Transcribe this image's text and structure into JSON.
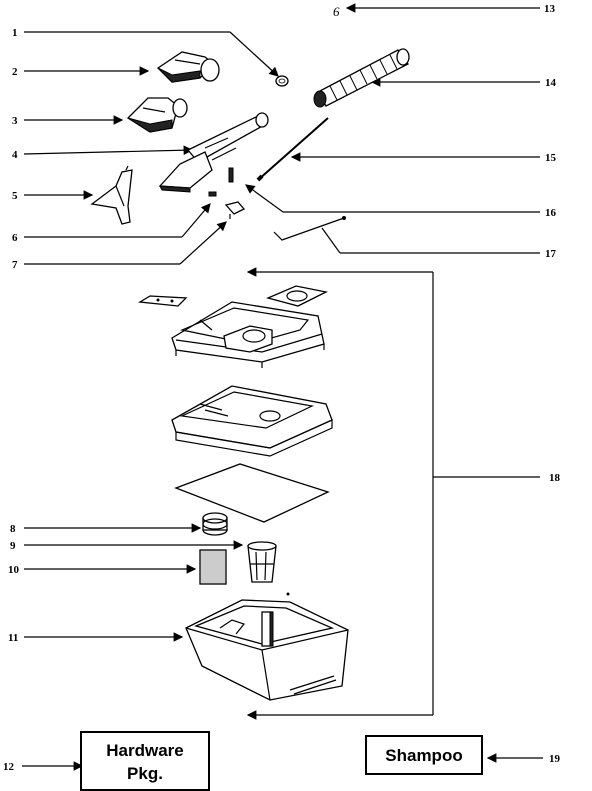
{
  "callouts": {
    "c1": "1",
    "c2": "2",
    "c3": "3",
    "c4": "4",
    "c5": "5",
    "c6": "6",
    "c7": "7",
    "c8": "8",
    "c9": "9",
    "c10": "10",
    "c11": "11",
    "c12": "12",
    "c13": "13",
    "c14": "14",
    "c15": "15",
    "c16": "16",
    "c17": "17",
    "c18": "18",
    "c19": "19"
  },
  "part13_glyph": "6",
  "boxes": {
    "hardware_line1": "Hardware",
    "hardware_line2": "Pkg.",
    "shampoo": "Shampoo"
  }
}
